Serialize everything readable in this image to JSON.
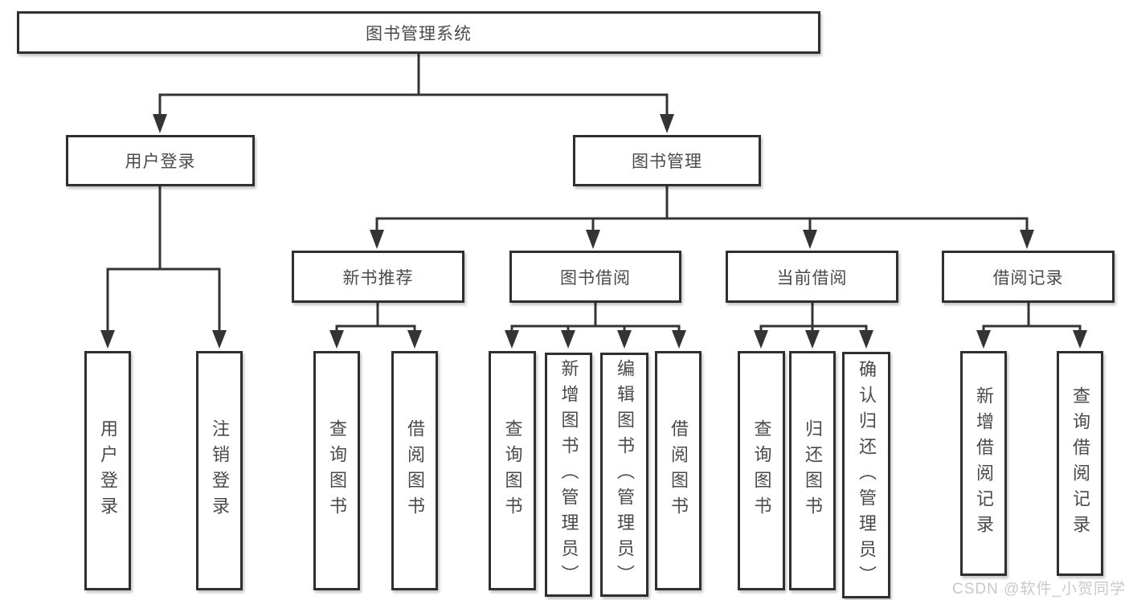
{
  "diagram": {
    "type": "hierarchy-tree",
    "orientation": "top-down",
    "colors": {
      "line": "#343434",
      "box_border": "#2f2f2f",
      "box_fill": "#ffffff",
      "text": "#4a4a4a",
      "watermark": "#c9c9c9",
      "background": "#ffffff"
    }
  },
  "tree": {
    "label": "图书管理系统",
    "children": [
      {
        "label": "用户登录",
        "children": [
          {
            "label": "用户登录"
          },
          {
            "label": "注销登录"
          }
        ]
      },
      {
        "label": "图书管理",
        "children": [
          {
            "label": "新书推荐",
            "children": [
              {
                "label": "查询图书"
              },
              {
                "label": "借阅图书"
              }
            ]
          },
          {
            "label": "图书借阅",
            "children": [
              {
                "label": "查询图书"
              },
              {
                "label": "新增图书（管理员）"
              },
              {
                "label": "编辑图书（管理员）"
              },
              {
                "label": "借阅图书"
              }
            ]
          },
          {
            "label": "当前借阅",
            "children": [
              {
                "label": "查询图书"
              },
              {
                "label": "归还图书"
              },
              {
                "label": "确认归还（管理员）"
              }
            ]
          },
          {
            "label": "借阅记录",
            "children": [
              {
                "label": "新增借阅记录"
              },
              {
                "label": "查询借阅记录"
              }
            ]
          }
        ]
      }
    ]
  },
  "watermark": {
    "text": "CSDN @软件_小贺同学"
  }
}
